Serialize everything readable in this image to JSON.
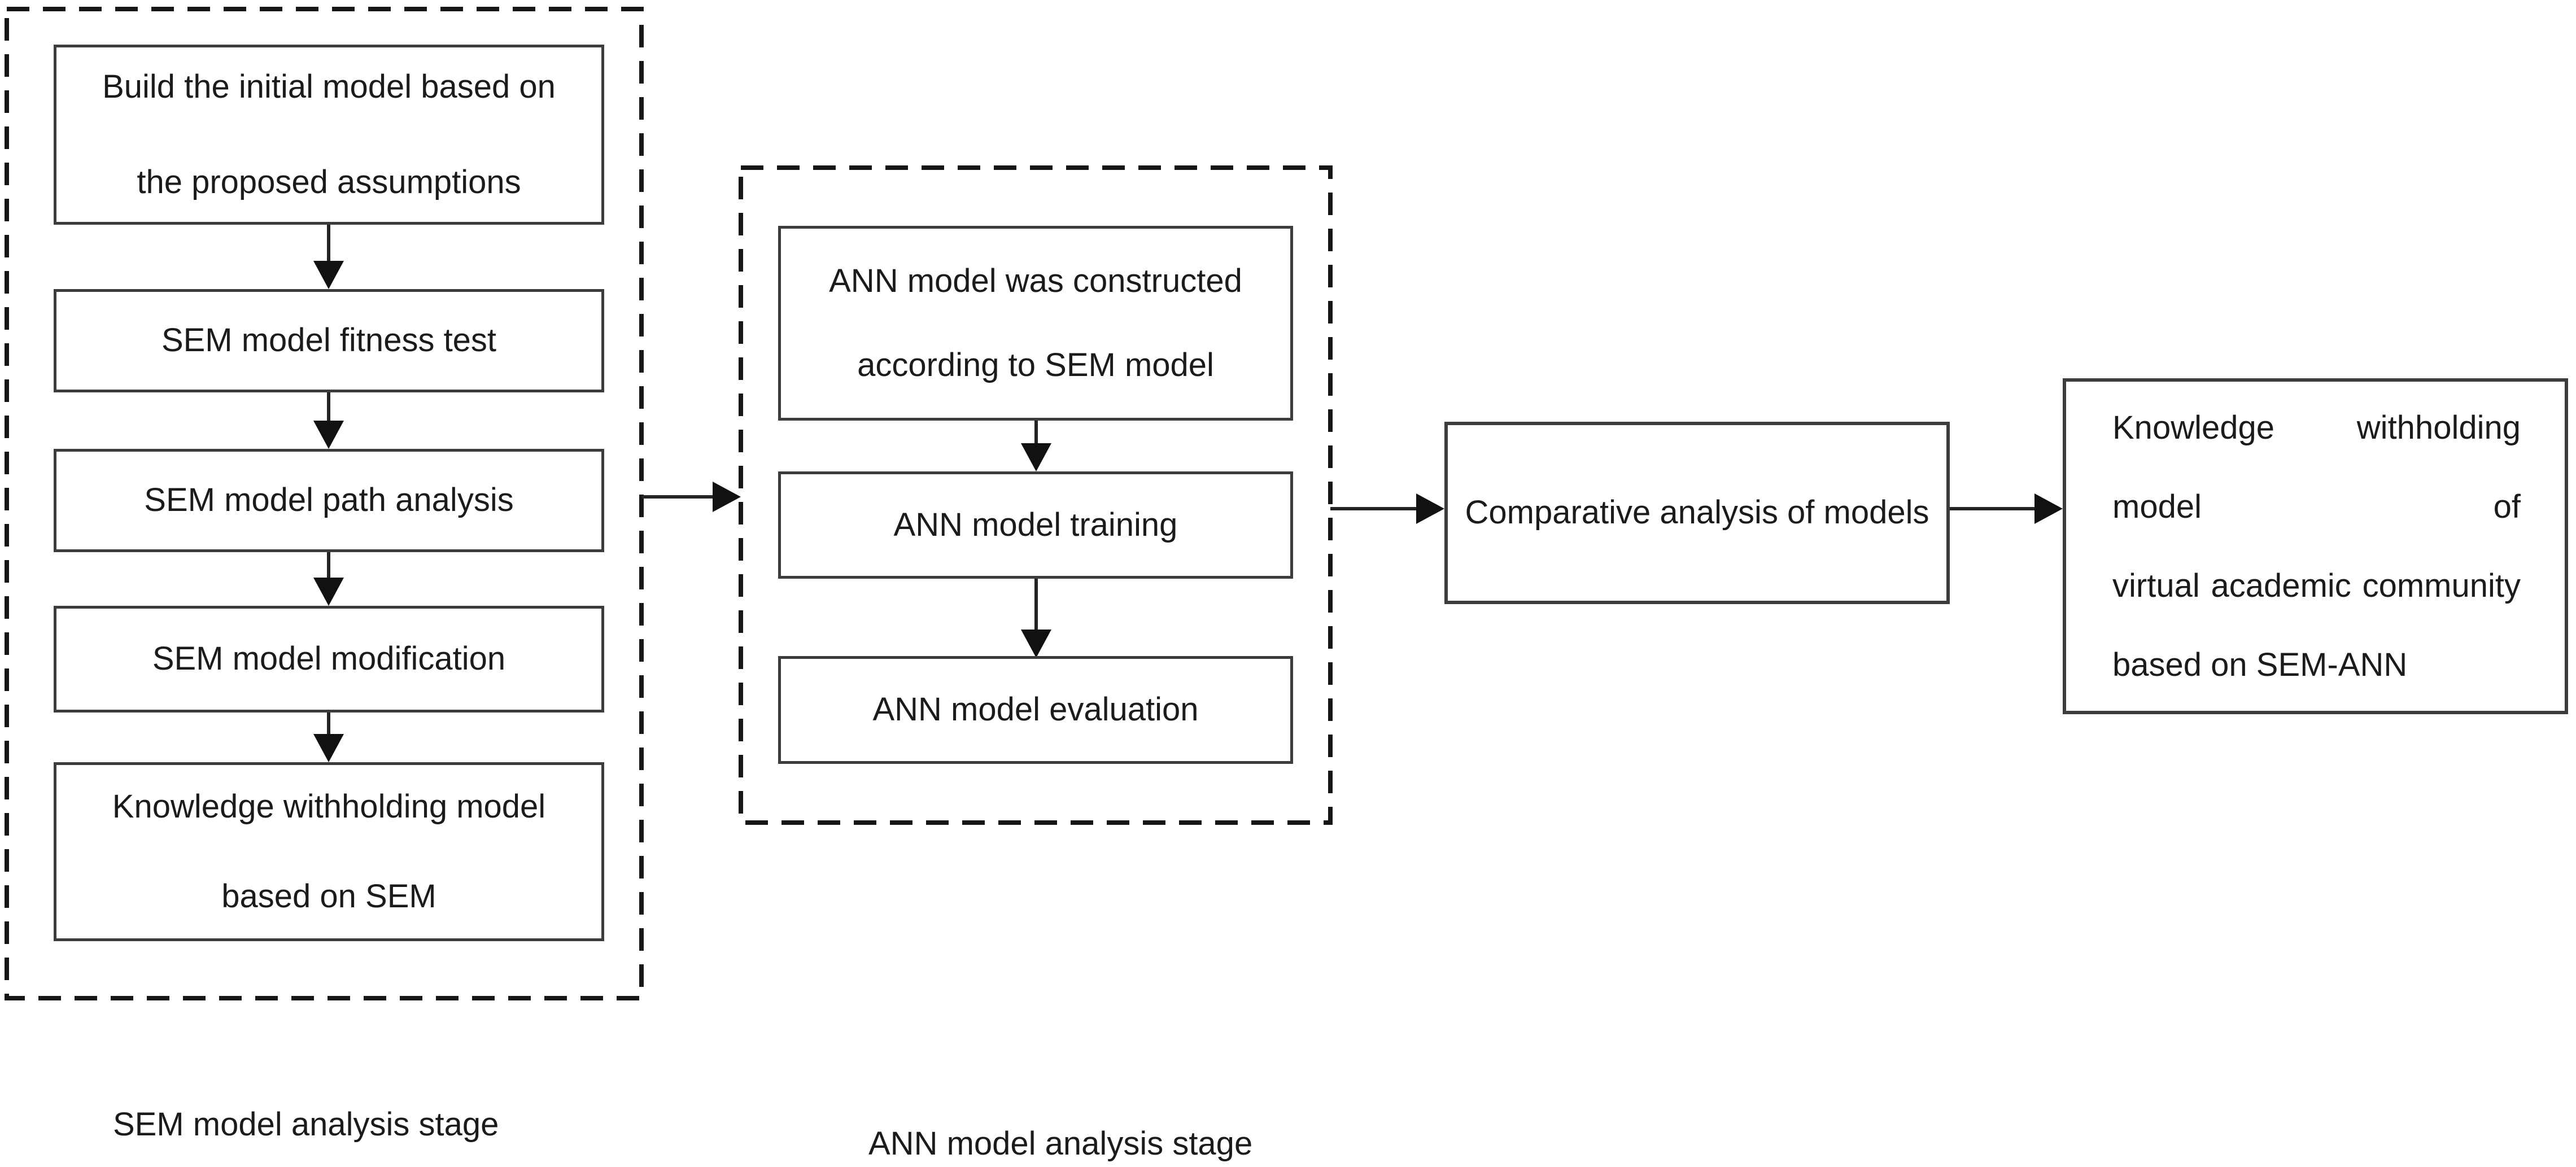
{
  "figure": {
    "background_color": "#ffffff",
    "box_border_color": "#3c3c3c",
    "dashed_border_color": "#161616",
    "arrow_color": "#111111",
    "text_color": "#1b1b1b"
  },
  "sem_stage": {
    "label": "SEM model analysis stage",
    "box1": {
      "line1": "Build the initial model based on",
      "line2": "the proposed assumptions"
    },
    "box2": "SEM model fitness test",
    "box3": "SEM model path analysis",
    "box4": "SEM model modification",
    "box5": {
      "line1": "Knowledge withholding model",
      "line2": "based on SEM"
    }
  },
  "ann_stage": {
    "label": "ANN model analysis stage",
    "box1": {
      "line1": "ANN model was constructed",
      "line2": "according to SEM model"
    },
    "box2": "ANN model training",
    "box3": "ANN model evaluation"
  },
  "comparison_box": "Comparative analysis of models",
  "result_box": {
    "line1": "Knowledge withholding model of",
    "line2": "virtual academic community",
    "line3": "based on SEM-ANN"
  }
}
